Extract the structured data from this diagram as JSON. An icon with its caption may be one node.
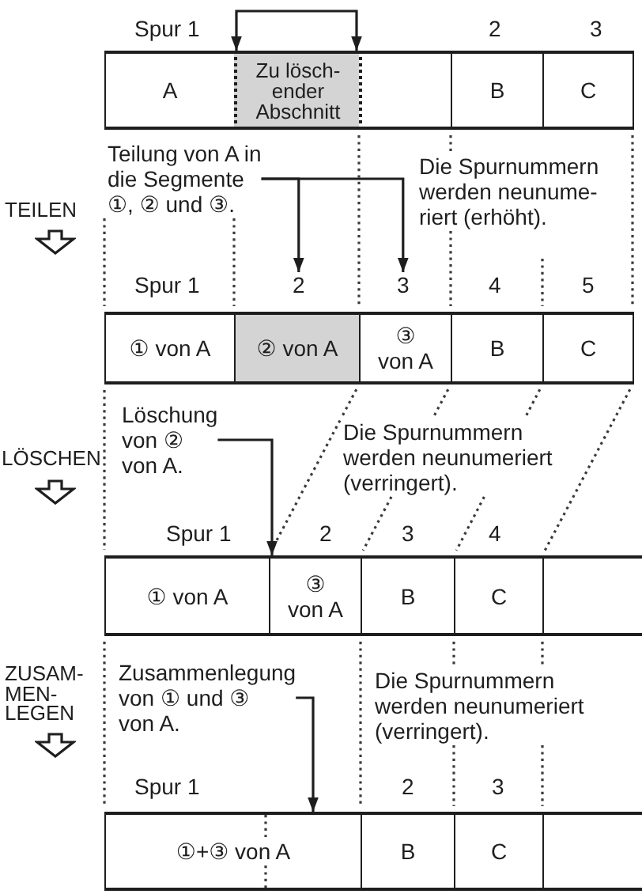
{
  "diagram": {
    "nodes": [
      {
        "text": [
          "A"
        ]
      },
      {
        "text": [
          "Zu lösch- ender Abschnitt"
        ]
      },
      {
        "text": [],
        "shape": "box"
      },
      {
        "text": [
          "B"
        ]
      },
      {
        "text": [
          "C"
        ]
      },
      {
        "text": [
          "Teilung von A in die Segmente ①, ② und ③."
        ]
      },
      {
        "text": [
          "2"
        ]
      },
      {
        "text": [
          "3"
        ]
      },
      {
        "text": [
          "① von A"
        ]
      },
      {
        "text": [
          "② von A"
        ]
      },
      {
        "text": [
          "③ von A"
        ]
      },
      {
        "text": [
          "B"
        ]
      },
      {
        "text": [
          "C"
        ]
      },
      {
        "text": [
          "Löschung von ② von A."
        ]
      },
      {
        "text": [
          "① von A"
        ]
      },
      {
        "text": [
          "③ von A"
        ]
      },
      {
        "text": [
          "B"
        ]
      },
      {
        "text": [
          "C"
        ]
      },
      {
        "text": [],
        "shape": "box"
      },
      {
        "text": [
          "Zusammenlegung von ① und ③ von A."
        ]
      },
      {
        "text": [
          "①+③ von A"
        ]
      },
      {
        "text": [
          "B"
        ]
      },
      {
        "text": [
          "C"
        ]
      },
      {
        "text": [],
        "shape": "box"
      }
    ],
    "edges": [
      {
        "from": 1,
        "to": 1,
        "arrow": "both"
      },
      {
        "from": 5,
        "to": 6,
        "arrow": "to"
      },
      {
        "from": 5,
        "to": 7,
        "arrow": "to"
      },
      {
        "from": 13,
        "to": 15,
        "arrow": "to"
      },
      {
        "from": 19,
        "to": 20,
        "arrow": "to"
      }
    ],
    "labels": [
      "Spur 1",
      "2",
      "3",
      "Die Spurnummern werden neunume- riert (erhöht).",
      "TEILEN",
      "Spur 1",
      "4",
      "5",
      "Die Spurnummern werden neunumeriert (verringert).",
      "LÖSCHEN",
      "Spur 1",
      "2",
      "3",
      "4",
      "ZUSAM- MEN- LEGEN",
      "Die Spurnummern werden neunumeriert (verringert).",
      "Spur 1",
      "2",
      "3"
    ]
  }
}
